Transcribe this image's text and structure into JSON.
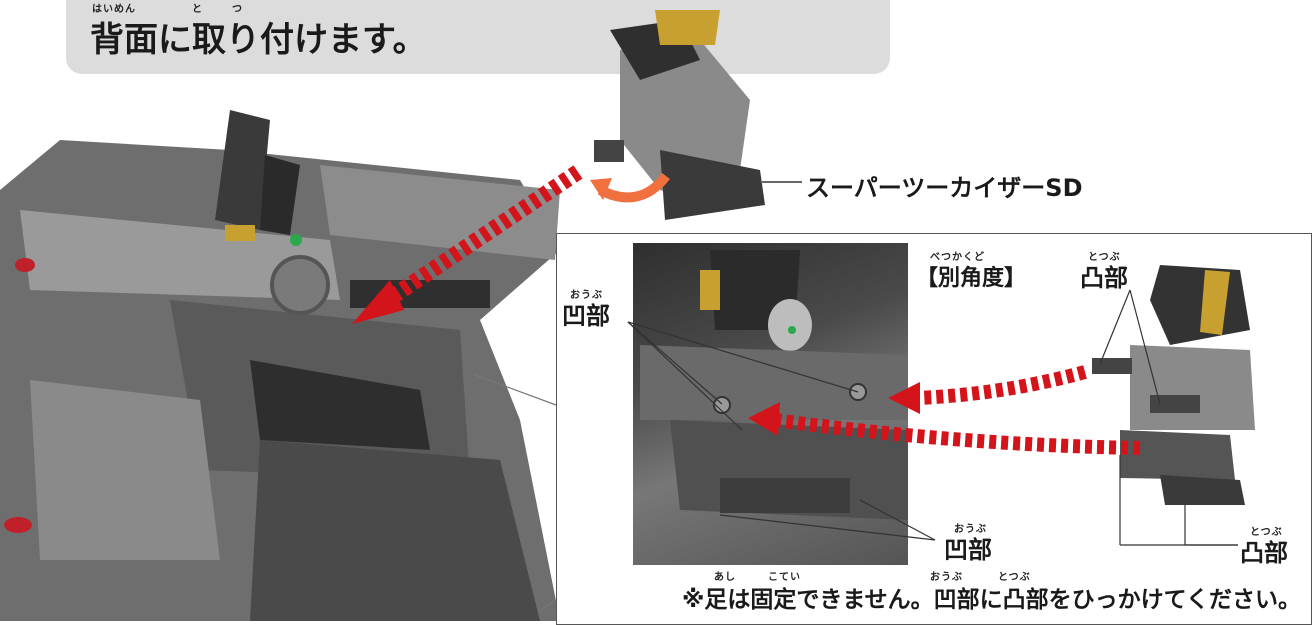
{
  "header": {
    "instruction": "背面に取り付けます。",
    "ruby_haimen": "はいめん",
    "ruby_to": "と",
    "ruby_tsu": "つ"
  },
  "labels": {
    "product_name": "スーパーツーカイザーSD",
    "alt_angle": "【別角度】",
    "alt_angle_ruby": "べつかくど",
    "convex_top": "凸部",
    "convex_top_ruby": "とつぶ",
    "concave_left": "凹部",
    "concave_left_ruby": "おうぶ",
    "concave_bottom": "凹部",
    "concave_bottom_ruby": "おうぶ",
    "convex_bottom": "凸部",
    "convex_bottom_ruby": "とつぶ"
  },
  "note": {
    "text": "※足は固定できません。凹部に凸部をひっかけてください。",
    "ruby_ashi": "あし",
    "ruby_kotei": "こてい",
    "ruby_oubu": "おうぶ",
    "ruby_totsubu": "とつぶ"
  },
  "colors": {
    "banner": "#dcdcdc",
    "arrow_red": "#d4141b",
    "rotate_orange": "#f07040",
    "robot_gray": "#8a8a8a",
    "robot_dark": "#3a3a3a",
    "gold": "#c8a030"
  }
}
